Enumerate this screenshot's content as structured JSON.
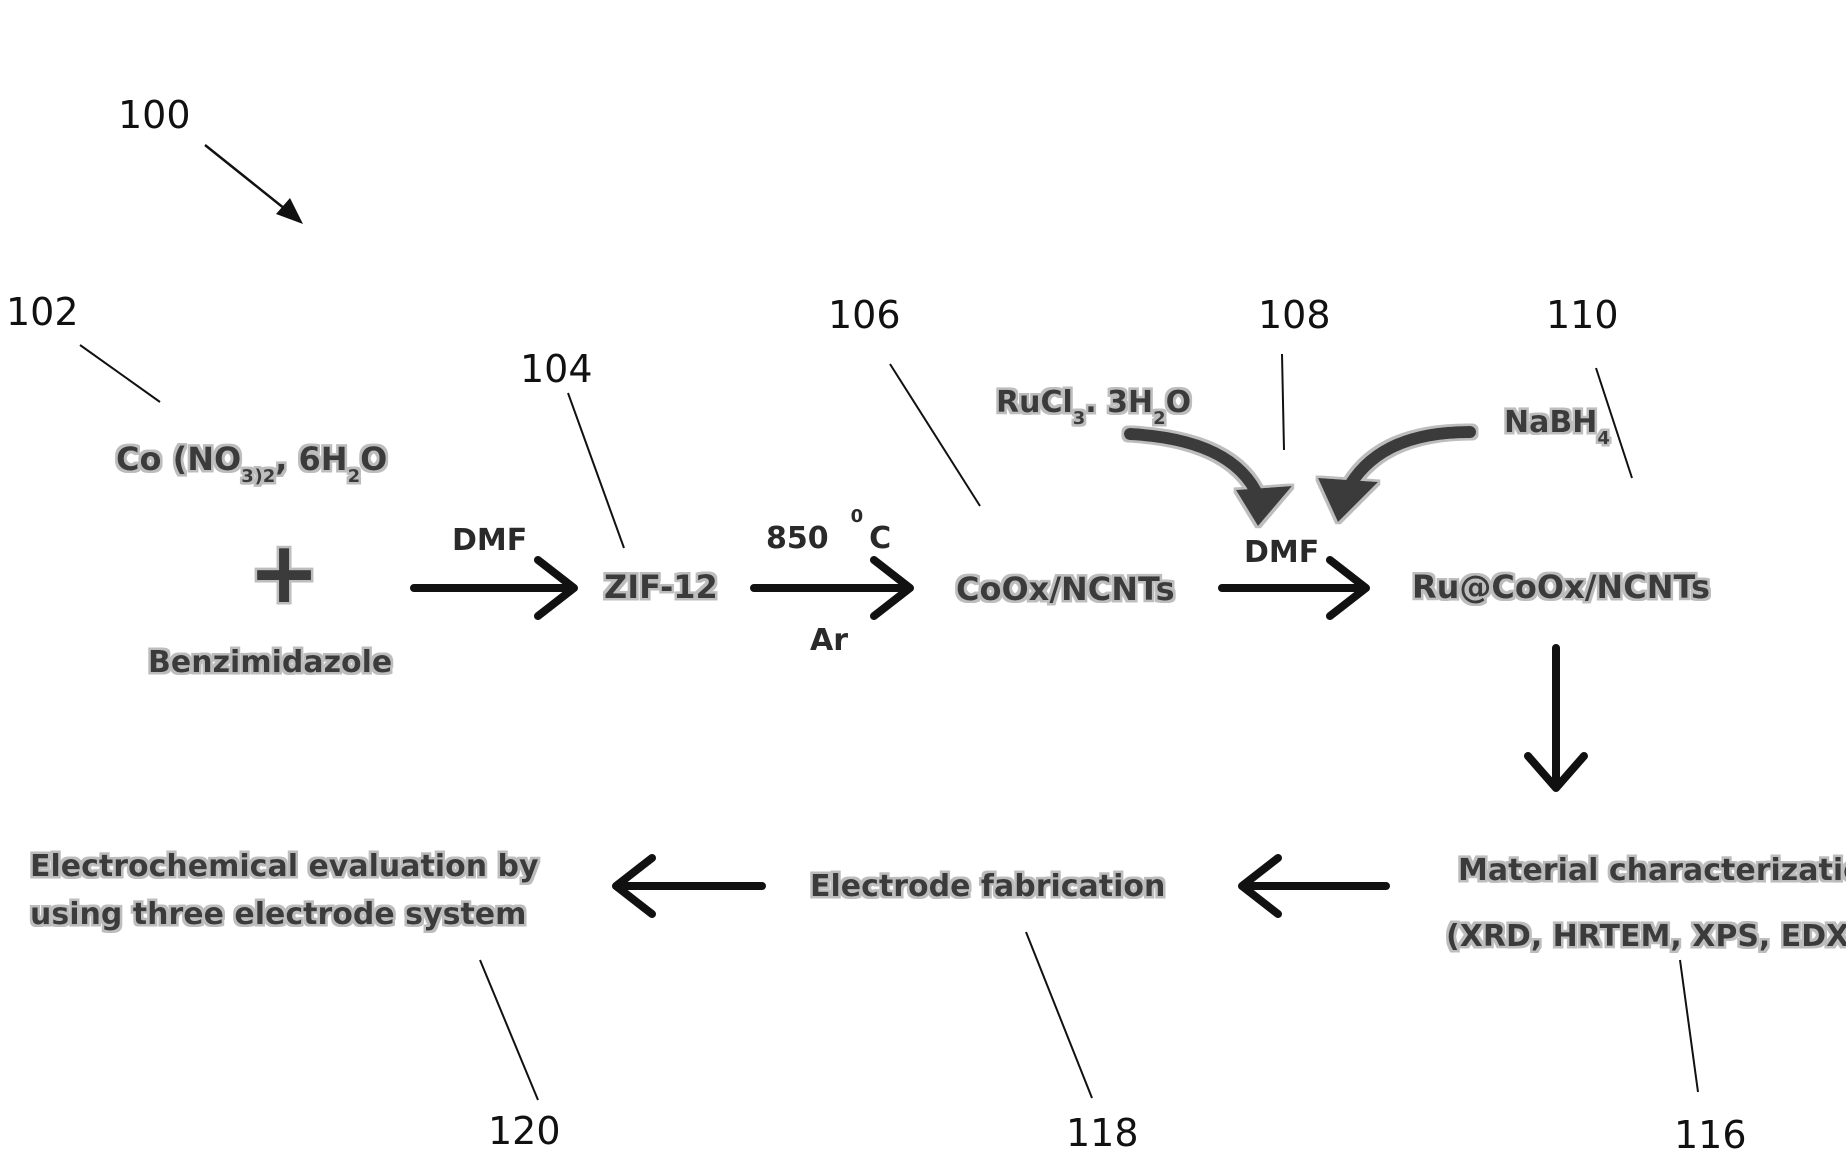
{
  "figure_ref": "100",
  "refs": {
    "r102": "102",
    "r104": "104",
    "r106": "106",
    "r108": "108",
    "r110": "110",
    "r116": "116",
    "r118": "118",
    "r120": "120"
  },
  "reactants": {
    "cobalt_nitrate": {
      "main": "Co (NO",
      "sub1": "3",
      "sub2": "2",
      "mid": ", 6H",
      "sub3": "2",
      "end": "O"
    },
    "plus": "+",
    "benzimidazole": "Benzimidazole"
  },
  "step1": {
    "solvent": "DMF",
    "product": "ZIF-12"
  },
  "step2": {
    "temp": "850",
    "deg": "0",
    "unit": "C",
    "gas": "Ar",
    "product": "CoOx/NCNTs"
  },
  "step3": {
    "ru_salt": {
      "main": "RuCl",
      "sub1": "3",
      "mid": ". 3H",
      "sub2": "2",
      "end": "O"
    },
    "reducer": {
      "main": "NaBH",
      "sub1": "4"
    },
    "solvent": "DMF",
    "product": "Ru@CoOx/NCNTs"
  },
  "characterization": {
    "line1": "Material characterization",
    "line2": "(XRD, HRTEM, XPS, EDX)"
  },
  "electrode_fabrication": "Electrode fabrication",
  "evaluation": {
    "line1": "Electrochemical evaluation by",
    "line2": "using three electrode system"
  }
}
